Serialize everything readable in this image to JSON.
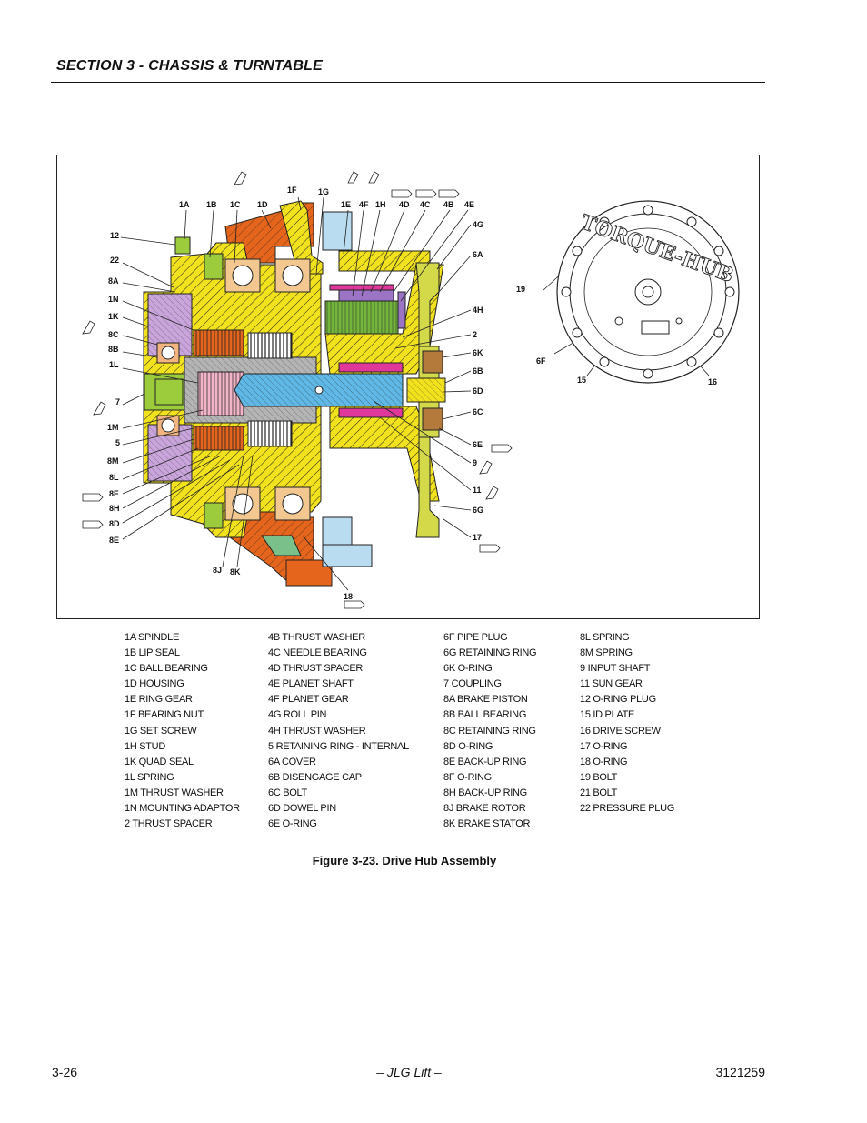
{
  "header": {
    "section_title": "SECTION 3 - CHASSIS & TURNTABLE"
  },
  "figure": {
    "logo_text": "TORQUE-HUB",
    "callouts": {
      "c1A": "1A",
      "c1B": "1B",
      "c1C": "1C",
      "c1D": "1D",
      "c1F": "1F",
      "c1G": "1G",
      "c1E": "1E",
      "c4F": "4F",
      "c1H": "1H",
      "c4D": "4D",
      "c4C": "4C",
      "c4B": "4B",
      "c4E": "4E",
      "c12": "12",
      "c22": "22",
      "c8A": "8A",
      "c1N": "1N",
      "c1K": "1K",
      "c8C": "8C",
      "c8B": "8B",
      "c1L": "1L",
      "c7": "7",
      "c1M": "1M",
      "c5": "5",
      "c8M": "8M",
      "c8L": "8L",
      "c8F": "8F",
      "c8H": "8H",
      "c8D": "8D",
      "c8E": "8E",
      "c8J": "8J",
      "c8K": "8K",
      "c18": "18",
      "c4G": "4G",
      "c6A": "6A",
      "c4H": "4H",
      "c2": "2",
      "c6K": "6K",
      "c6B": "6B",
      "c6D": "6D",
      "c6C": "6C",
      "c6E": "6E",
      "c9": "9",
      "c11": "11",
      "c6G": "6G",
      "c17": "17",
      "c19": "19",
      "c6F": "6F",
      "c15": "15",
      "c16": "16"
    }
  },
  "legend": {
    "col1": [
      "1A  SPINDLE",
      "1B  LIP SEAL",
      "1C  BALL BEARING",
      "1D  HOUSING",
      "1E  RING GEAR",
      "1F  BEARING NUT",
      "1G  SET SCREW",
      "1H  STUD",
      "1K  QUAD SEAL",
      "1L  SPRING",
      "1M  THRUST WASHER",
      "1N  MOUNTING ADAPTOR",
      "2    THRUST SPACER"
    ],
    "col2": [
      "4B  THRUST WASHER",
      "4C  NEEDLE BEARING",
      "4D  THRUST SPACER",
      "4E  PLANET SHAFT",
      "4F  PLANET GEAR",
      "4G  ROLL PIN",
      "4H  THRUST WASHER",
      "5  RETAINING RING - INTERNAL",
      "6A  COVER",
      "6B  DISENGAGE CAP",
      "6C  BOLT",
      "6D  DOWEL PIN",
      "6E  O-RING"
    ],
    "col3": [
      "6F  PIPE PLUG",
      "6G  RETAINING RING",
      "6K  O-RING",
      "7  COUPLING",
      "8A  BRAKE PISTON",
      "8B  BALL BEARING",
      "8C  RETAINING RING",
      "8D  O-RING",
      "8E  BACK-UP RING",
      "8F  O-RING",
      "8H  BACK-UP RING",
      "8J  BRAKE ROTOR",
      "8K  BRAKE STATOR"
    ],
    "col4": [
      "8L  SPRING",
      "8M  SPRING",
      "9    INPUT SHAFT",
      "11  SUN GEAR",
      "12  O-RING PLUG",
      "15  ID PLATE",
      "16  DRIVE SCREW",
      "17  O-RING",
      "18  O-RING",
      "19  BOLT",
      "21  BOLT",
      "22  PRESSURE PLUG"
    ]
  },
  "caption": "Figure 3-23.  Drive Hub Assembly",
  "footer": {
    "page": "3-26",
    "center": "– JLG Lift –",
    "doc_number": "3121259"
  },
  "colors": {
    "spindle_yellow": "#f2e21e",
    "housing_orange": "#e5651c",
    "gear_purple": "#9b74c6",
    "adaptor_lavender": "#c9a5dc",
    "shaft_blue": "#5fb8e6",
    "ring_gear_blue": "#b9dcf0",
    "coupling_green": "#9ccc3c",
    "sun_gear_magenta": "#e0379a",
    "cover_green": "#d4d94a"
  }
}
